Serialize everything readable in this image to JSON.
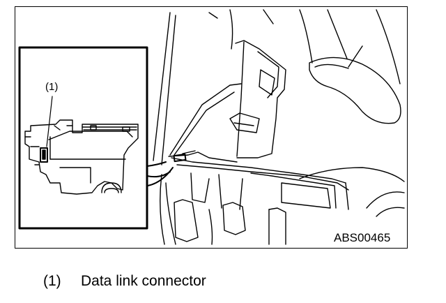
{
  "figure": {
    "code": "ABS00465",
    "callout_number": "(1)"
  },
  "legend": {
    "items": [
      {
        "number": "(1)",
        "label": "Data link connector"
      }
    ]
  }
}
